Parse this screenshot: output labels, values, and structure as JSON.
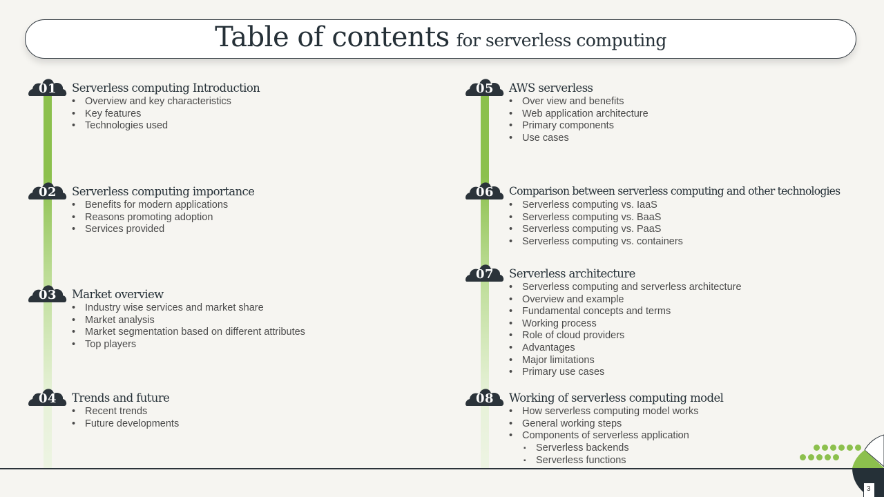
{
  "title": {
    "main": "Table of contents",
    "sub": "for serverless computing"
  },
  "sections": [
    {
      "number": "01",
      "title": "Serverless computing Introduction",
      "items": [
        "Overview and key characteristics",
        "Key features",
        "Technologies used"
      ]
    },
    {
      "number": "02",
      "title": "Serverless computing importance",
      "items": [
        "Benefits for modern applications",
        "Reasons promoting adoption",
        "Services provided"
      ]
    },
    {
      "number": "03",
      "title": "Market overview",
      "items": [
        "Industry wise services and market share",
        "Market analysis",
        "Market segmentation based on different attributes",
        "Top players"
      ]
    },
    {
      "number": "04",
      "title": "Trends and future",
      "items": [
        "Recent trends",
        "Future developments"
      ]
    },
    {
      "number": "05",
      "title": "AWS serverless",
      "items": [
        "Over view and benefits",
        "Web application architecture",
        "Primary components",
        "Use cases"
      ]
    },
    {
      "number": "06",
      "title": "Comparison between serverless computing and other technologies",
      "items": [
        "Serverless computing vs. IaaS",
        "Serverless computing vs. BaaS",
        "Serverless computing vs. PaaS",
        "Serverless computing vs. containers"
      ]
    },
    {
      "number": "07",
      "title": "Serverless architecture",
      "items": [
        "Serverless computing and serverless architecture",
        "Overview and example",
        "Fundamental concepts and terms",
        "Working process",
        "Role of cloud providers",
        "Advantages",
        "Major limitations",
        "Primary use cases"
      ]
    },
    {
      "number": "08",
      "title": "Working of serverless computing model",
      "items": [
        "How serverless computing model works",
        "General working steps",
        "Components of serverless application"
      ],
      "subitems": [
        "Serverless backends",
        "Serverless functions"
      ]
    }
  ],
  "page_number": "3",
  "colors": {
    "accent_green": "#8cc04d",
    "dark": "#2b333a",
    "background": "#f6f5f1"
  }
}
